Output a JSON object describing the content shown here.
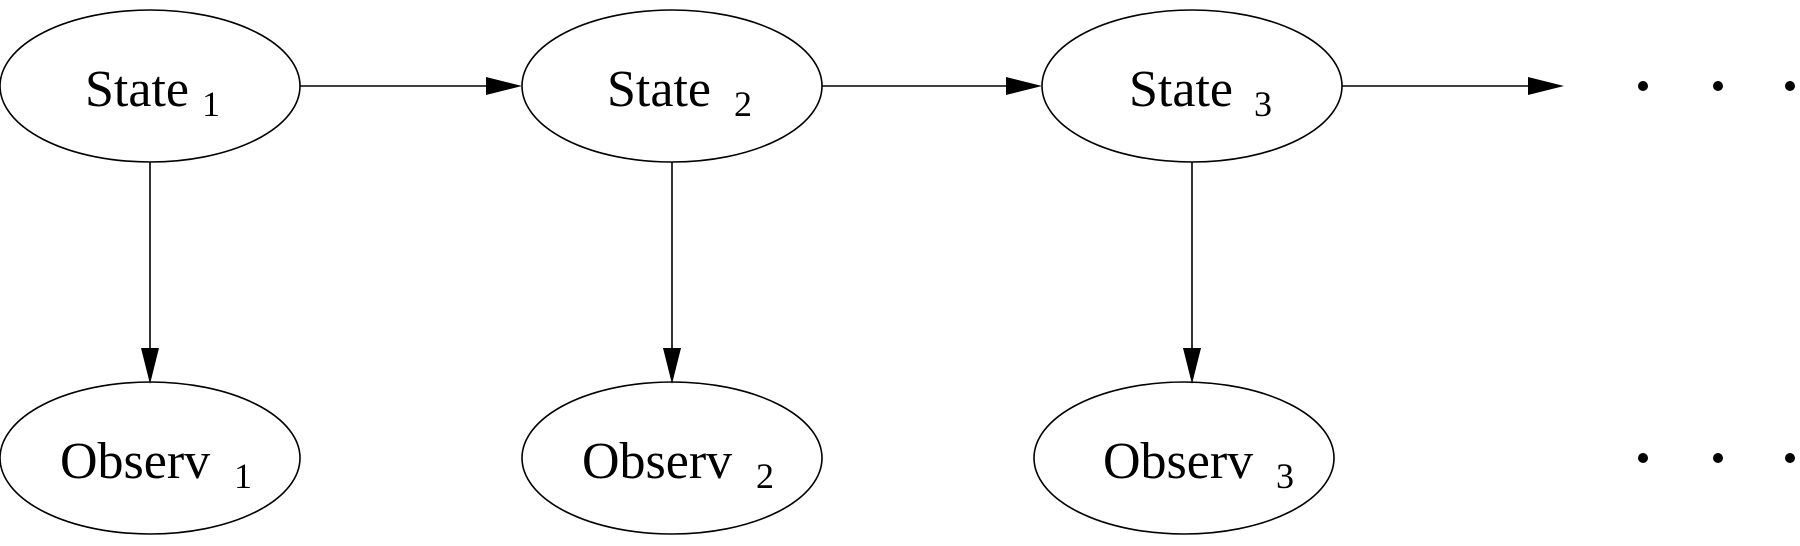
{
  "diagram": {
    "states": [
      {
        "label": "State",
        "sub": "1"
      },
      {
        "label": "State",
        "sub": "2"
      },
      {
        "label": "State",
        "sub": "3"
      }
    ],
    "observations": [
      {
        "label": "Observ",
        "sub": "1"
      },
      {
        "label": "Observ",
        "sub": "2"
      },
      {
        "label": "Observ",
        "sub": "3"
      }
    ],
    "continuation": "ellipsis",
    "colors": {
      "stroke": "#000000",
      "fill": "#ffffff",
      "background": "#ffffff"
    }
  }
}
